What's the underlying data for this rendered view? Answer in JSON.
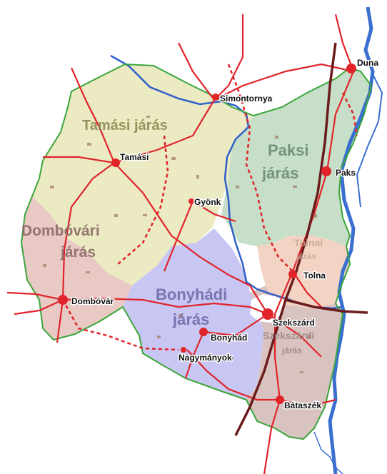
{
  "map": {
    "colors": {
      "tamasi": "#ebeac3",
      "dombovari": "#e8c9c4",
      "bonyhadi": "#c8c6f2",
      "paksi": "#c7dfc8",
      "tolnai": "#f3d3c3",
      "szekszardi": "#d9c3c0",
      "border": "#3aa63a",
      "road": "#e0242a",
      "railway": "#6b1b1b",
      "river": "#2f5fc8",
      "danube": "#3a6fd0",
      "settlement": "#a68068"
    },
    "districts": {
      "tamasi": {
        "line1": "Tamási járás",
        "line2": "",
        "color": "#8a8a52"
      },
      "dombovari": {
        "line1": "Dombóvári",
        "line2": "járás",
        "color": "#8a6a66"
      },
      "bonyhadi": {
        "line1": "Bonyhádi",
        "line2": "járás",
        "color": "#6f6ba8"
      },
      "paksi": {
        "line1": "Paksi",
        "line2": "járás",
        "color": "#6b8c6e"
      },
      "tolnai": {
        "line1": "Tolnai",
        "line2": "járás",
        "color": "#c9a894"
      },
      "szekszardi": {
        "line1": "Szekszárdi",
        "line2": "járás",
        "color": "#9e8683"
      }
    },
    "towns": {
      "simontornya": "Simontornya",
      "dunafoldvar": "Duna",
      "tamasi": "Tamási",
      "paks": "Paks",
      "gyonk": "Gyönk",
      "tolna": "Tolna",
      "dombovar": "Dombóvár",
      "szekszard": "Szekszárd",
      "bonyhad": "Bonyhád",
      "nagymanyok": "Nagymányok",
      "bataszek": "Bátaszék"
    }
  }
}
